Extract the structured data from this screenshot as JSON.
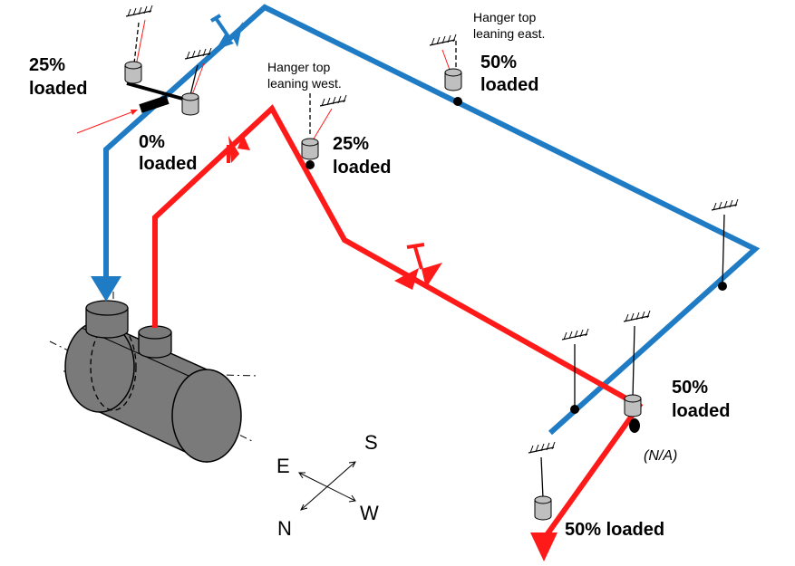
{
  "colors": {
    "cold_pipe": "#1f7cc4",
    "hot_pipe": "#ff1a1a",
    "tank": "#7a7a7a",
    "hanger_can": "#bfbfbf",
    "rod_highlight": "#ff1a1a"
  },
  "icons": [
    "hanger-support-icon",
    "valve-icon",
    "flow-arrow-icon",
    "compass-icon"
  ],
  "labels": {
    "h1": [
      "25%",
      "loaded"
    ],
    "h2": [
      "0%",
      "loaded"
    ],
    "h3": [
      "25%",
      "loaded"
    ],
    "h4": [
      "50%",
      "loaded"
    ],
    "h5": [
      "50%",
      "loaded"
    ],
    "h6": "50% loaded",
    "na": "(N/A)"
  },
  "notes": {
    "west": [
      "Hanger top",
      "leaning west."
    ],
    "east": [
      "Hanger top",
      "leaning east."
    ]
  },
  "compass": {
    "s": "S",
    "e": "E",
    "n": "N",
    "w": "W"
  }
}
